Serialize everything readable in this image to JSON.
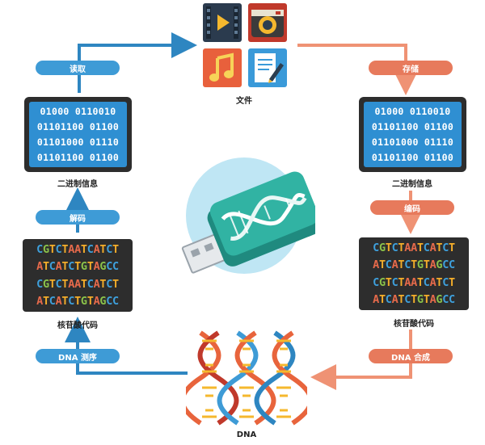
{
  "nodes": {
    "file": {
      "label": "文件"
    },
    "binary_right": {
      "label": "二进制信息",
      "lines": [
        "01000 0110010",
        "01101100 01100",
        "01101000 01110",
        "01101100 01100"
      ]
    },
    "binary_left": {
      "label": "二进制信息",
      "lines": [
        "01000 0110010",
        "01101100 01100",
        "01101000 01110",
        "01101100 01100"
      ]
    },
    "nucleotide_right": {
      "label": "核苷酸代码",
      "lines": [
        "CGTCTAATCATCT",
        "ATCATCTGTAGCC",
        "CGTCTAATCATCT",
        "ATCATCTGTAGCC"
      ]
    },
    "nucleotide_left": {
      "label": "核苷酸代码",
      "lines": [
        "CGTCTAATCATCT",
        "ATCATCTGTAGCC",
        "CGTCTAATCATCT",
        "ATCATCTGTAGCC"
      ]
    },
    "dna": {
      "label": "DNA"
    }
  },
  "steps": {
    "read": "读取",
    "store": "存储",
    "encode": "编码",
    "decode": "解码",
    "synthesis": "DNA 合成",
    "sequencing": "DNA 测序"
  },
  "icons": [
    "video-icon",
    "camera-icon",
    "music-icon",
    "document-icon",
    "usb-dna-drive-icon",
    "dna-helix-icon"
  ],
  "colors": {
    "blue": "#3e9bd6",
    "orange": "#e77a5c",
    "screen": "#2f8fd2",
    "frame": "#2d2d2d",
    "A": "#e66a4b",
    "T": "#f3ad2a",
    "C": "#3ea0dc",
    "G": "#8bc34a"
  }
}
